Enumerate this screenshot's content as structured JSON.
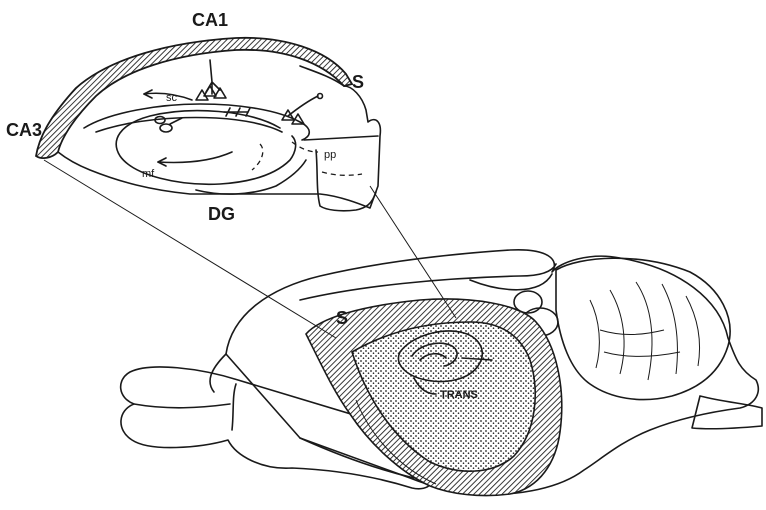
{
  "labels": {
    "ca1": "CA1",
    "ca3": "CA3",
    "s_top": "S",
    "sc": "sc",
    "mf": "mf",
    "pp": "pp",
    "dg": "DG",
    "s_brain": "S",
    "trans": "TRANS"
  }
}
